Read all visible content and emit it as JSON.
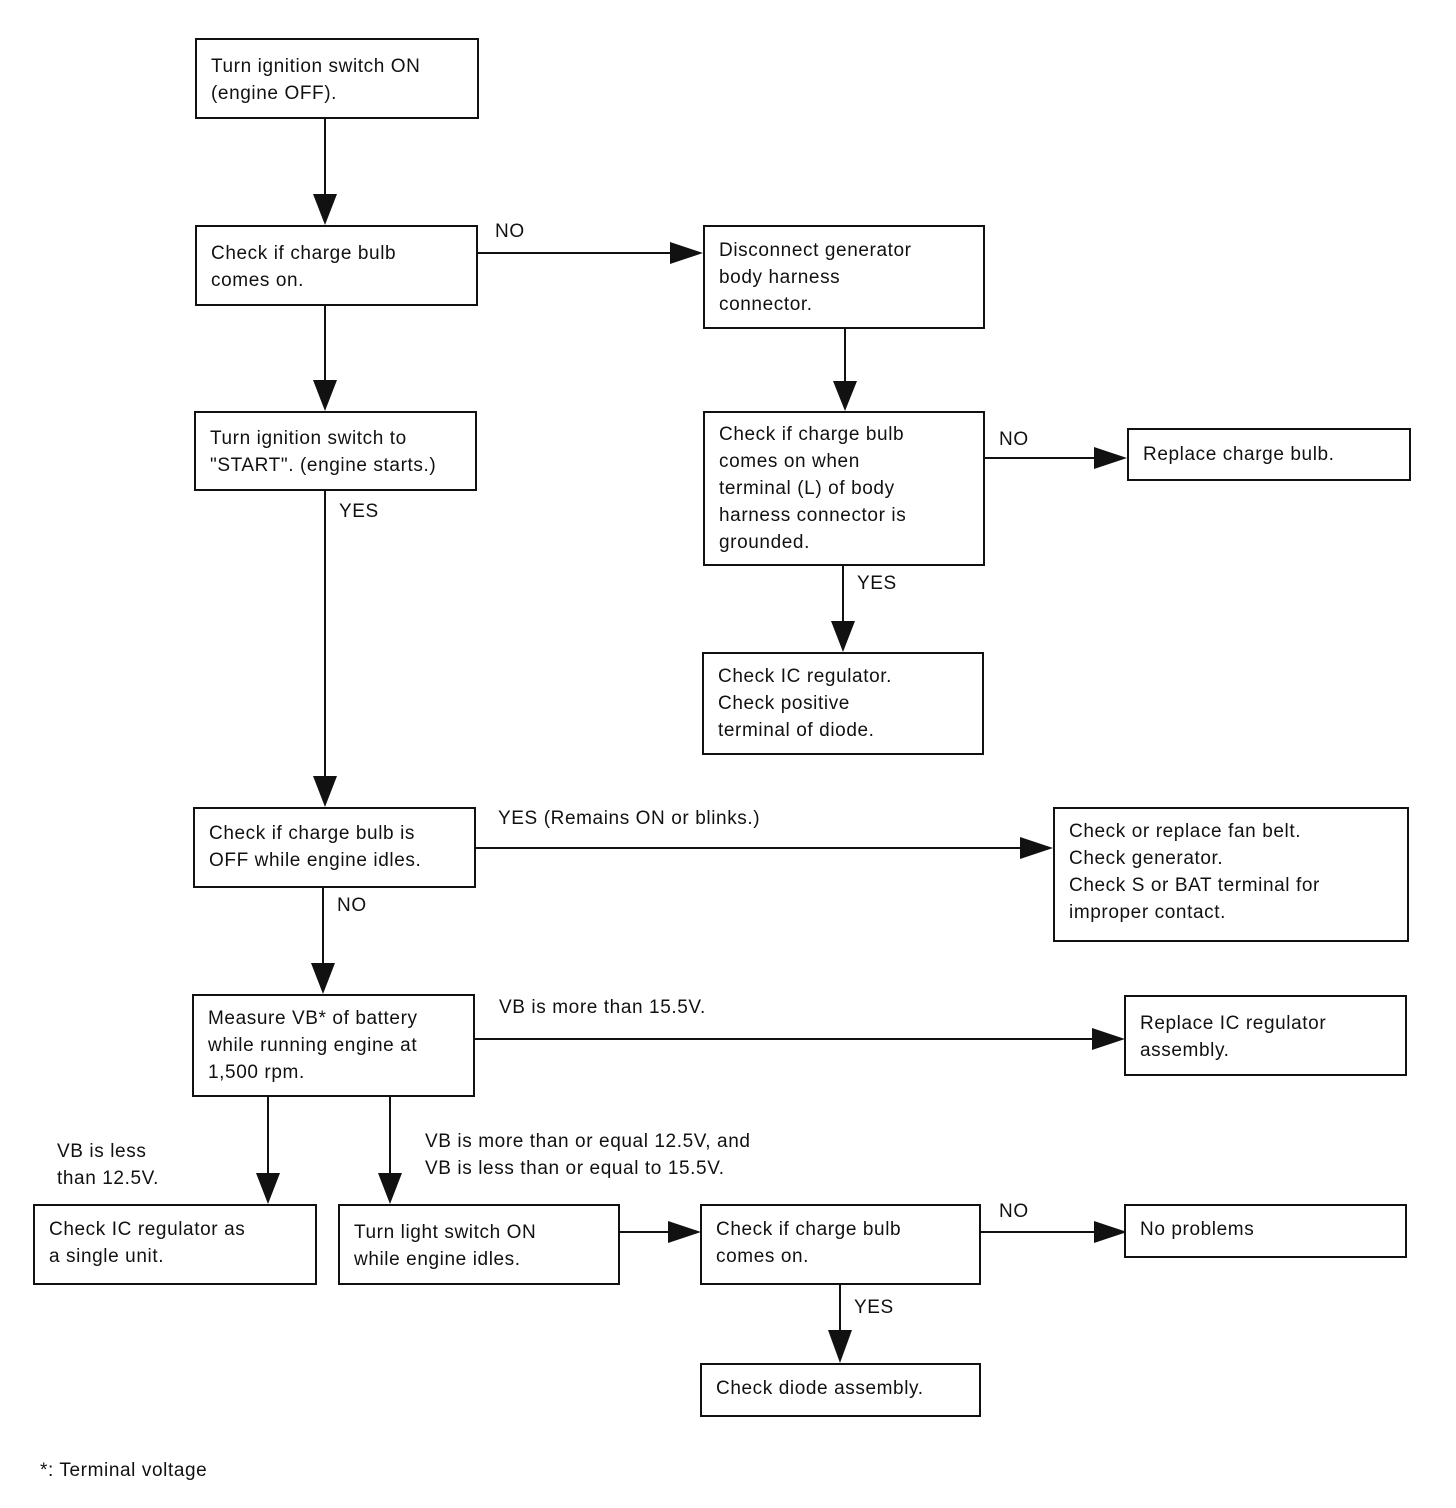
{
  "boxes": {
    "ign_on": [
      "Turn ignition switch ON",
      "(engine OFF)."
    ],
    "check_bulb_on": [
      "Check if charge bulb",
      "comes on."
    ],
    "disconnect": [
      "Disconnect generator",
      "body harness",
      "connector."
    ],
    "check_grounded": [
      "Check if charge bulb",
      "comes on when",
      "terminal (L) of body",
      "harness connector is",
      "grounded."
    ],
    "replace_bulb": [
      "Replace charge bulb."
    ],
    "check_ic_diode": [
      "Check IC regulator.",
      "Check positive",
      "terminal of diode."
    ],
    "ign_start": [
      "Turn ignition switch to",
      "\"START\". (engine starts.)"
    ],
    "check_off_idle": [
      "Check if charge bulb is",
      "OFF while engine idles."
    ],
    "fan_belt": [
      "Check or replace fan belt.",
      "Check generator.",
      "Check S or BAT terminal for",
      "improper contact."
    ],
    "measure_vb": [
      "Measure VB* of battery",
      "while running engine at",
      "1,500 rpm."
    ],
    "replace_ic": [
      "Replace IC regulator",
      "assembly."
    ],
    "ic_single": [
      "Check IC regulator as",
      "a single unit."
    ],
    "light_on": [
      "Turn light switch ON",
      "while engine idles."
    ],
    "check_bulb_on2": [
      "Check if charge bulb",
      "comes on."
    ],
    "no_problems": [
      "No problems"
    ],
    "diode_assembly": [
      "Check diode assembly."
    ]
  },
  "labels": {
    "no_1": [
      "NO"
    ],
    "yes_1": [
      "YES"
    ],
    "no_2": [
      "NO"
    ],
    "yes_2": [
      "YES"
    ],
    "yes_remains": [
      "YES (Remains ON or blinks.)"
    ],
    "no_3": [
      "NO"
    ],
    "vb_more_15": [
      "VB is more than 15.5V."
    ],
    "vb_less_12": [
      "VB is less",
      "than 12.5V."
    ],
    "vb_between": [
      "VB is more than or equal 12.5V, and",
      "VB is less than or equal to 15.5V."
    ],
    "no_4": [
      "NO"
    ],
    "yes_3": [
      "YES"
    ]
  },
  "footnote": "*: Terminal voltage"
}
